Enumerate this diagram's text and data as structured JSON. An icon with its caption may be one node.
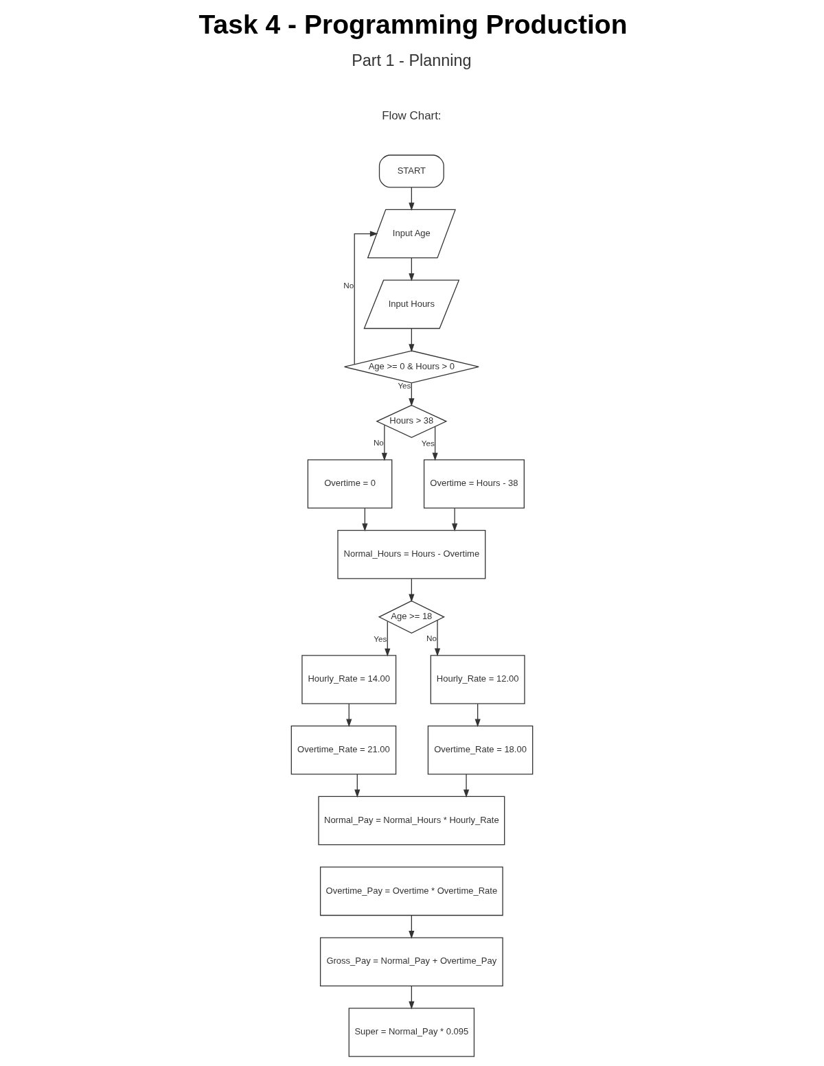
{
  "diagram": {
    "title": "Task 4 - Programming Production",
    "nodes": [
      {
        "text": [
          "START"
        ]
      },
      {
        "text": [
          "Input Age"
        ]
      },
      {
        "text": [
          "Input Hours"
        ]
      },
      {
        "text": [
          "Age >= 0 & Hours > 0"
        ]
      },
      {
        "text": [
          "Hours > 38"
        ]
      },
      {
        "text": [
          "Overtime = 0"
        ]
      },
      {
        "text": [
          "Overtime = Hours - 38"
        ]
      },
      {
        "text": [
          "Normal_Hours = Hours - Overtime"
        ]
      },
      {
        "text": [
          "Age >= 18"
        ]
      },
      {
        "text": [
          "Hourly_Rate = 14.00"
        ]
      },
      {
        "text": [
          "Hourly_Rate = 12.00"
        ]
      },
      {
        "text": [
          "Overtime_Rate = 21.00"
        ]
      },
      {
        "text": [
          "Overtime_Rate = 18.00"
        ]
      },
      {
        "text": [
          "Normal_Pay = Normal_Hours * Hourly_Rate"
        ]
      },
      {
        "text": [
          "Overtime_Pay = Overtime * Overtime_Rate"
        ]
      },
      {
        "text": [
          "Gross_Pay = Normal_Pay + Overtime_Pay"
        ]
      },
      {
        "text": [
          "Super = Normal_Pay * 0.095"
        ]
      }
    ],
    "edges": [
      {
        "from": 0,
        "to": 1,
        "arrow": "to"
      },
      {
        "from": 1,
        "to": 2,
        "arrow": "to"
      },
      {
        "from": 2,
        "to": 3,
        "arrow": "to"
      },
      {
        "from": 3,
        "to": 1,
        "arrow": "to",
        "label": "No"
      },
      {
        "from": 3,
        "to": 4,
        "arrow": "to",
        "label": "Yes"
      },
      {
        "from": 4,
        "to": 5,
        "arrow": "to",
        "label": "No"
      },
      {
        "from": 4,
        "to": 6,
        "arrow": "to",
        "label": "Yes"
      },
      {
        "from": 6,
        "to": 7,
        "arrow": "to"
      },
      {
        "from": 5,
        "to": 7,
        "arrow": "to"
      },
      {
        "from": 7,
        "to": 8,
        "arrow": "to"
      },
      {
        "from": 8,
        "to": 9,
        "arrow": "to",
        "label": "Yes"
      },
      {
        "from": 8,
        "to": 10,
        "arrow": "to",
        "label": "No"
      },
      {
        "from": 9,
        "to": 11,
        "arrow": "to"
      },
      {
        "from": 10,
        "to": 12,
        "arrow": "to"
      },
      {
        "from": 11,
        "to": 13,
        "arrow": "to"
      },
      {
        "from": 12,
        "to": 13,
        "arrow": "to"
      },
      {
        "from": 14,
        "to": 15,
        "arrow": "to"
      },
      {
        "from": 15,
        "to": 16,
        "arrow": "to"
      }
    ],
    "labels": [
      "Part 1 - Planning",
      "Flow Chart:"
    ]
  }
}
